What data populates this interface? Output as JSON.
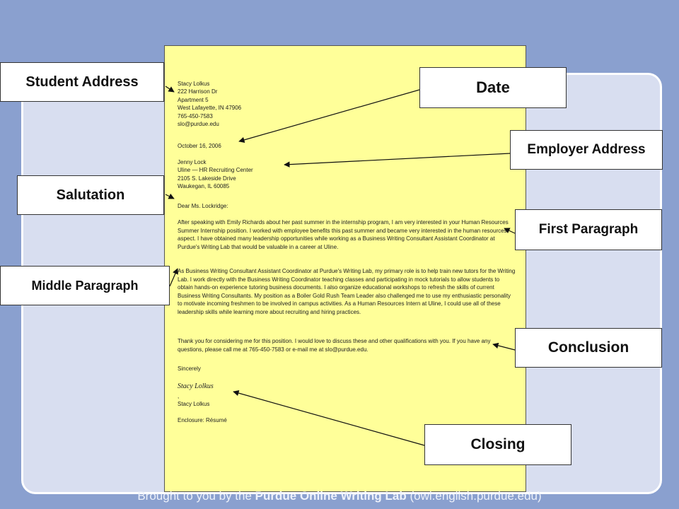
{
  "letter": {
    "sender": [
      "Stacy Lolkus",
      "222 Harrison Dr",
      "Apartment 5",
      "West Lafayette, IN 47906",
      "765-450-7583",
      "slo@purdue.edu"
    ],
    "date": "October 16, 2006",
    "employer": [
      "Jenny Lock",
      "Uline — HR Recruiting Center",
      "2105 S. Lakeside Drive",
      "Waukegan, IL 60085"
    ],
    "salutation": "Dear Ms. Lockridge:",
    "first_paragraph": "After speaking with Emily Richards about her past summer in the internship program, I am very interested in your Human Resources Summer Internship position.  I worked with employee benefits this past summer and became very interested in the human resources aspect.  I have obtained many leadership opportunities while working as a Business Writing Consultant Assistant Coordinator at Purdue's Writing Lab that would be valuable in a career at Uline.",
    "middle_paragraph": "As Business Writing Consultant Assistant Coordinator at Purdue's Writing Lab, my primary role is to help train new tutors for the Writing Lab.  I work directly with the Business Writing Coordinator teaching classes and participating in mock tutorials to allow students to obtain hands-on experience tutoring business documents.  I also organize educational workshops to refresh the skills of current Business Writing Consultants.  My position as a Boiler Gold Rush Team Leader also challenged me to use my enthusiastic personality to motivate incoming freshmen to be involved in campus activities.  As a Human Resources Intern at Uline, I could use all of these leadership skills while learning more about recruiting and hiring practices.",
    "conclusion": "Thank you for considering me for this position.  I would love to discuss these and other qualifications with you.  If you have any questions, please call me at 765-450-7583  or e-mail me at slo@purdue.edu.",
    "closing": "Sincerely",
    "signature": "Stacy Lolkus",
    "signature_mark": ",",
    "typed_name": "Stacy Lolkus",
    "enclosure": "Enclosure:  Résumé"
  },
  "labels": {
    "student_address": "Student Address",
    "date": "Date",
    "employer_address": "Employer Address",
    "salutation": "Salutation",
    "first_paragraph": "First Paragraph",
    "middle_paragraph": "Middle Paragraph",
    "conclusion": "Conclusion",
    "closing": "Closing"
  },
  "footer": {
    "prefix": "Brought to you by the ",
    "lab_name": "Purdue Online Writing Lab",
    "suffix": " (owl.english.purdue.edu)"
  }
}
